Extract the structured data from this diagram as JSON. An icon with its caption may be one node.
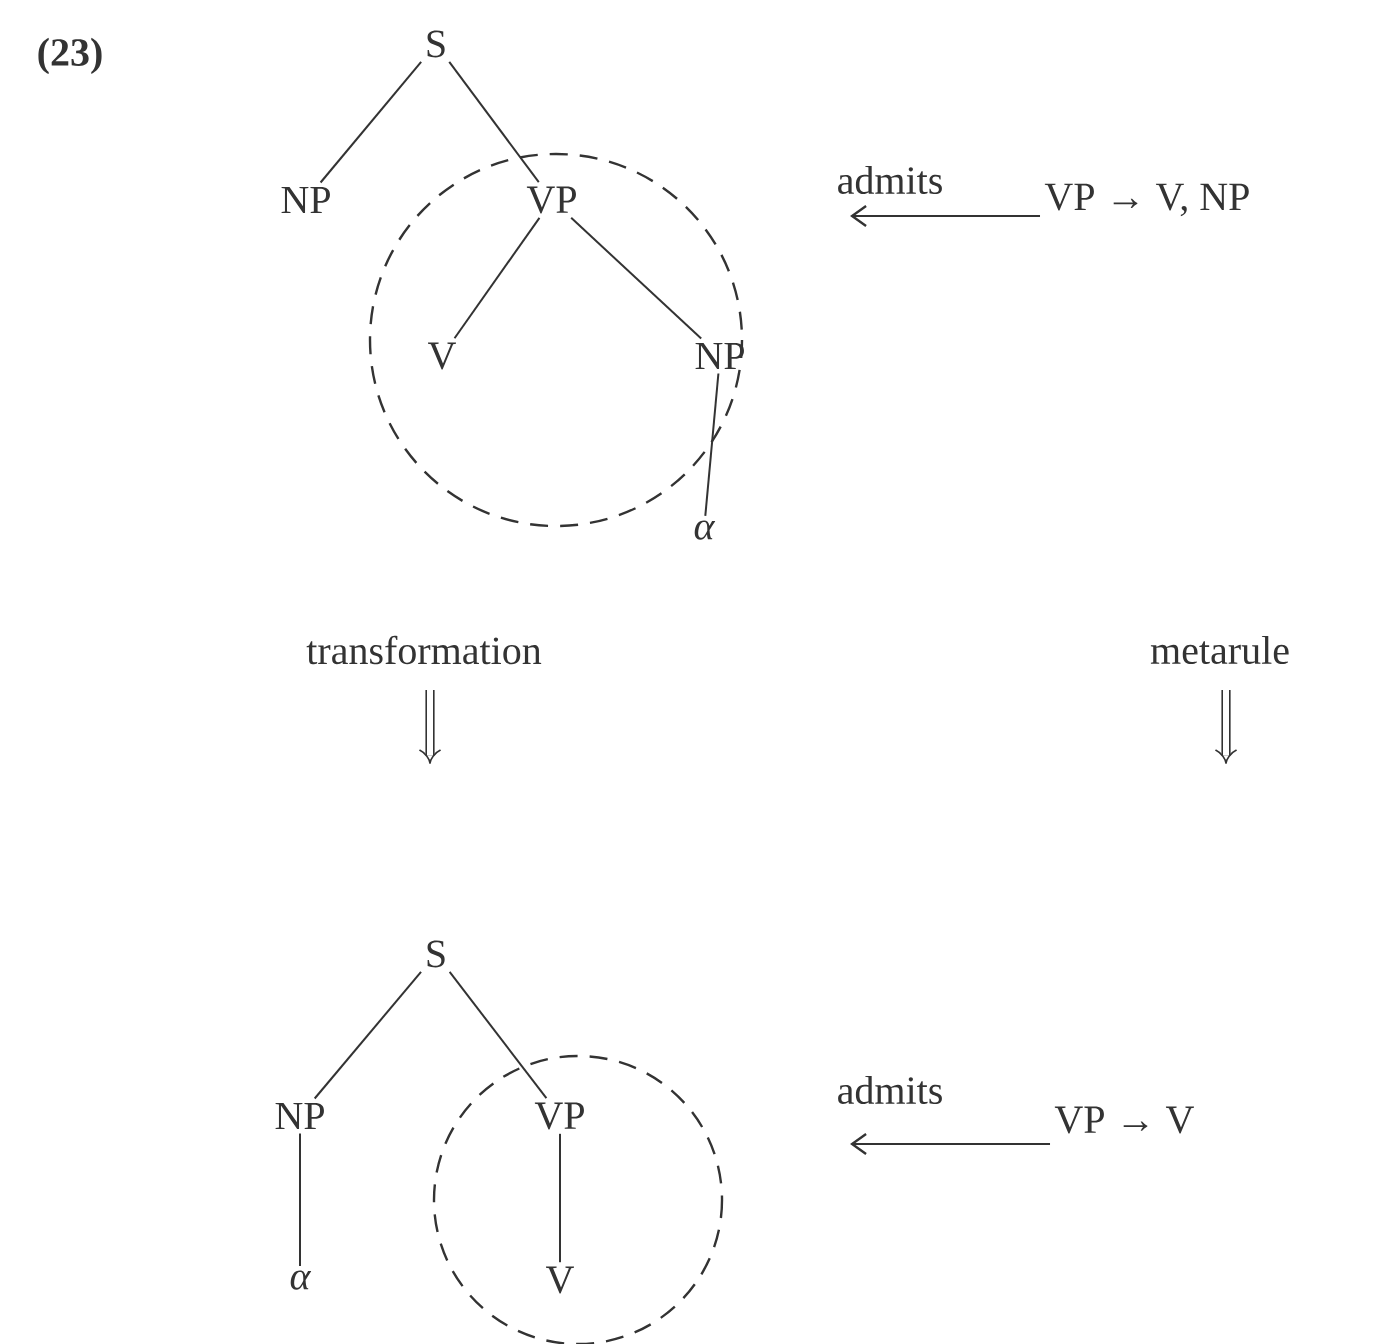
{
  "diagram": {
    "nodes": [
      {
        "text": [
          "S"
        ]
      },
      {
        "text": [
          "NP"
        ]
      },
      {
        "text": [
          "VP"
        ]
      },
      {
        "text": [
          "V"
        ]
      },
      {
        "text": [
          "NP"
        ]
      },
      {
        "text": [
          "α"
        ]
      },
      {
        "text": [
          "VP → V, NP"
        ]
      },
      {
        "text": [
          "S"
        ]
      },
      {
        "text": [
          "NP"
        ]
      },
      {
        "text": [
          "VP"
        ]
      },
      {
        "text": [
          "α"
        ]
      },
      {
        "text": [
          "V"
        ]
      },
      {
        "text": [
          "VP → V"
        ]
      }
    ],
    "edges": [
      {
        "from": 0,
        "to": 1,
        "arrow": "none"
      },
      {
        "from": 0,
        "to": 2,
        "arrow": "none"
      },
      {
        "from": 2,
        "to": 3,
        "arrow": "none"
      },
      {
        "from": 2,
        "to": 4,
        "arrow": "none"
      },
      {
        "from": 4,
        "to": 5,
        "arrow": "none"
      },
      {
        "from": 6,
        "to": null,
        "arrow": "to",
        "label": "admits"
      },
      {
        "from": 7,
        "to": 8,
        "arrow": "none"
      },
      {
        "from": 7,
        "to": 9,
        "arrow": "none"
      },
      {
        "from": 8,
        "to": 10,
        "arrow": "none"
      },
      {
        "from": 9,
        "to": 11,
        "arrow": "none"
      },
      {
        "from": 12,
        "to": null,
        "arrow": "to",
        "label": "admits"
      }
    ],
    "labels": [
      "(23)",
      "transformation",
      "metarule"
    ]
  }
}
